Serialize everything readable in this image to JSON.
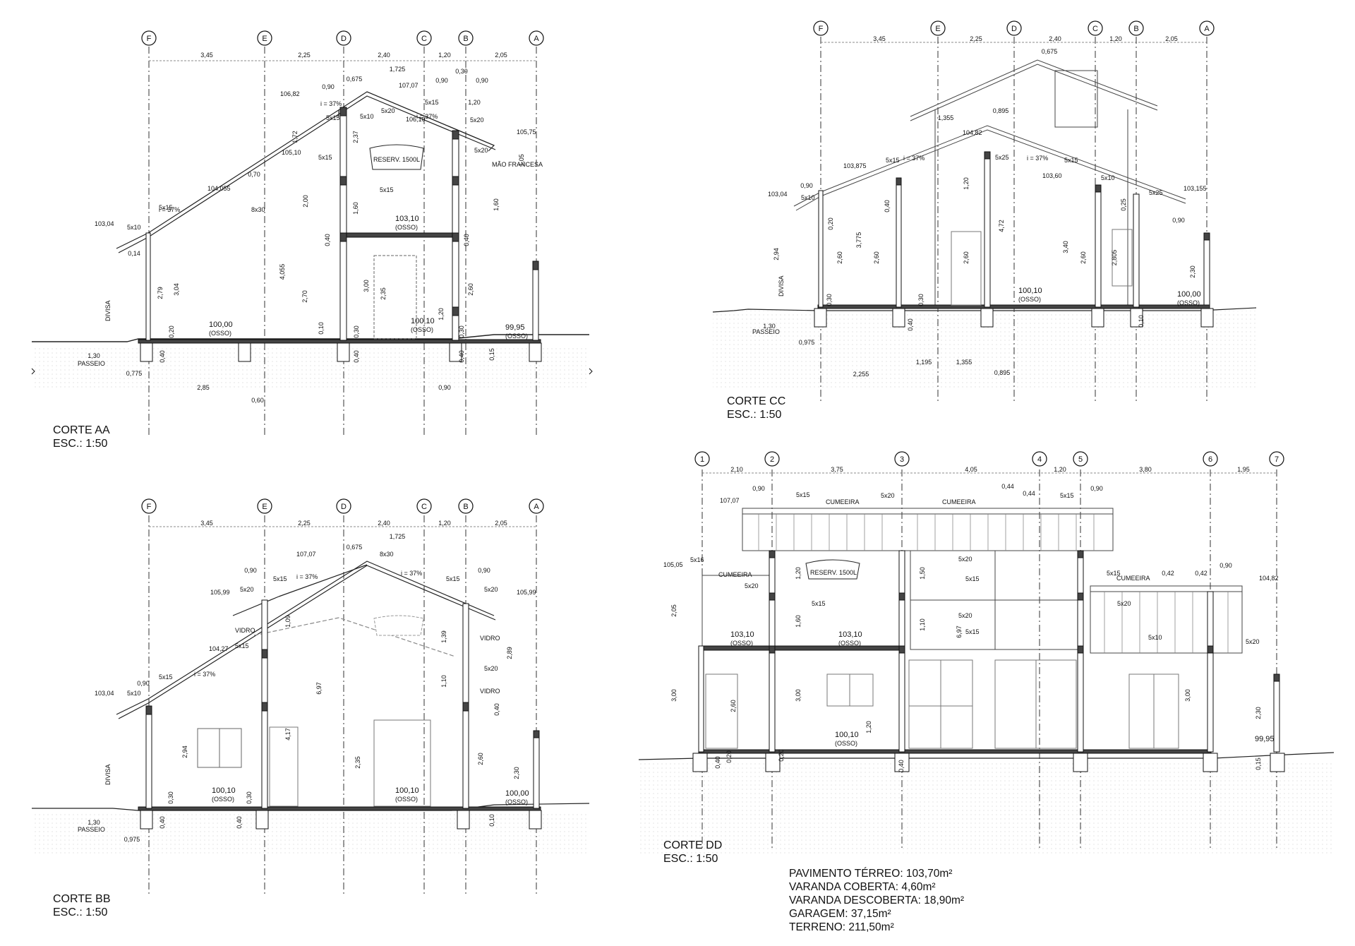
{
  "sections": {
    "aa": {
      "title": "CORTE AA",
      "scale": "ESC.: 1:50",
      "axes": [
        "F",
        "E",
        "D",
        "C",
        "B",
        "A"
      ],
      "spans": [
        "3,45",
        "2,25",
        "2,40",
        "1,20",
        "2,05"
      ],
      "levels": [
        "103,04",
        "104,055",
        "105,10",
        "106,82",
        "107,07",
        "106,10",
        "105,75",
        "103,10",
        "100,00",
        "100,10",
        "99,95"
      ],
      "level_notes": [
        "(OSSO)",
        "(OSSO)",
        "(OSSO)",
        "(OSSO)"
      ],
      "slope": "i = 37%",
      "labels": [
        "RESERV. 1500L",
        "MÃO FRANCESA",
        "DIVISA",
        "PASSEIO"
      ],
      "dims": [
        "0,90",
        "0,675",
        "1,725",
        "0,90",
        "0,90",
        "0,30",
        "1,20",
        "0,70",
        "1,72",
        "2,37",
        "2,00",
        "1,60",
        "4,055",
        "2,70",
        "3,04",
        "2,79",
        "3,00",
        "2,35",
        "1,20",
        "2,60",
        "1,05",
        "1,60",
        "0,40",
        "0,40",
        "0,40",
        "0,40",
        "0,40",
        "0,20",
        "0,10",
        "0,30",
        "0,30",
        "0,15",
        "1,30",
        "0,775",
        "2,85",
        "0,60",
        "0,90",
        "0,14"
      ],
      "members": [
        "5x10",
        "5x15",
        "5x15",
        "5x10",
        "5x20",
        "5x15",
        "5x20",
        "5x20",
        "5x15",
        "5x15",
        "8x30"
      ]
    },
    "bb": {
      "title": "CORTE BB",
      "scale": "ESC.: 1:50",
      "axes": [
        "F",
        "E",
        "D",
        "C",
        "B",
        "A"
      ],
      "spans": [
        "3,45",
        "2,25",
        "2,40",
        "1,20",
        "2,05"
      ],
      "levels": [
        "103,04",
        "105,99",
        "104,27",
        "107,07",
        "105,99",
        "100,10",
        "100,10",
        "100,00"
      ],
      "level_notes": [
        "(OSSO)",
        "(OSSO)",
        "(OSSO)"
      ],
      "slope": "i = 37%",
      "labels": [
        "VIDRO",
        "VIDRO",
        "VIDRO",
        "DIVISA",
        "PASSEIO"
      ],
      "dims": [
        "0,90",
        "0,675",
        "1,725",
        "0,90",
        "0,90",
        "1,09",
        "1,39",
        "2,89",
        "6,97",
        "4,17",
        "2,94",
        "2,35",
        "2,60",
        "2,30",
        "0,30",
        "0,30",
        "0,40",
        "0,40",
        "0,40",
        "0,10",
        "1,10",
        "1,30",
        "0,975"
      ],
      "members": [
        "5x10",
        "5x15",
        "5x15",
        "5x20",
        "5x15",
        "8x30",
        "5x15",
        "5x20",
        "5x20"
      ]
    },
    "cc": {
      "title": "CORTE CC",
      "scale": "ESC.: 1:50",
      "axes": [
        "F",
        "E",
        "D",
        "C",
        "B",
        "A"
      ],
      "spans": [
        "3,45",
        "2,25",
        "2,40",
        "1,20",
        "2,05"
      ],
      "levels": [
        "103,04",
        "103,875",
        "104,82",
        "103,60",
        "103,155",
        "100,10",
        "100,00"
      ],
      "level_notes": [
        "(OSSO)",
        "(OSSO)"
      ],
      "slope": "i = 37%",
      "labels": [
        "DIVISA",
        "PASSEIO"
      ],
      "dims": [
        "0,675",
        "1,355",
        "0,895",
        "0,90",
        "0,90",
        "2,94",
        "2,60",
        "3,775",
        "2,60",
        "1,20",
        "4,72",
        "2,60",
        "3,40",
        "2,805",
        "2,60",
        "2,30",
        "1,30",
        "0,975",
        "2,255",
        "1,195",
        "1,355",
        "0,895",
        "0,40",
        "0,40",
        "0,30",
        "0,30",
        "0,20",
        "0,25",
        "0,10"
      ],
      "members": [
        "5x10",
        "5x15",
        "5x25",
        "5x15",
        "5x10",
        "5x25"
      ]
    },
    "dd": {
      "title": "CORTE DD",
      "scale": "ESC.: 1:50",
      "axes": [
        "1",
        "2",
        "3",
        "4",
        "5",
        "6",
        "7"
      ],
      "spans": [
        "2,10",
        "3,75",
        "4,05",
        "1,20",
        "3,80",
        "1,95"
      ],
      "levels": [
        "107,07",
        "105,05",
        "104,82",
        "103,10",
        "103,10",
        "100,10",
        "99,95"
      ],
      "level_notes": [
        "(OSSO)",
        "(OSSO)",
        "(OSSO)"
      ],
      "labels": [
        "CUMEEIRA",
        "CUMEEIRA",
        "CUMEEIRA",
        "CUMEEIRA",
        "RESERV. 1500L"
      ],
      "dims": [
        "0,90",
        "0,44",
        "0,44",
        "0,90",
        "0,42",
        "0,42",
        "0,90",
        "2,05",
        "1,20",
        "1,60",
        "1,50",
        "1,10",
        "6,97",
        "3,00",
        "2,60",
        "3,00",
        "1,20",
        "3,00",
        "2,30",
        "0,15",
        "0,40",
        "0,40",
        "0,20",
        "0,20"
      ],
      "members": [
        "5x15",
        "5x20",
        "5x15",
        "5x16",
        "5x20",
        "5x15",
        "5x20",
        "5x15",
        "5x20",
        "5x15",
        "5x20",
        "5x10",
        "5x20",
        "5x15"
      ]
    }
  },
  "areas": [
    "PAVIMENTO TÉRREO: 103,70m²",
    "VARANDA COBERTA: 4,60m²",
    "VARANDA DESCOBERTA: 18,90m²",
    "GARAGEM: 37,15m²",
    "TERRENO: 211,50m²"
  ]
}
